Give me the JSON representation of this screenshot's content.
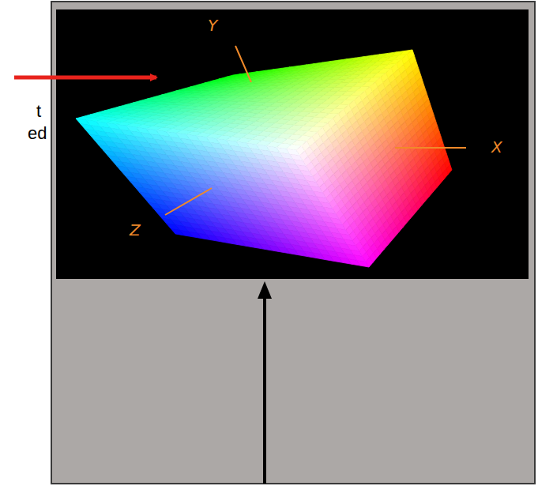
{
  "diagram": {
    "labels": [
      "t",
      "ed",
      "Y",
      "X",
      "Z"
    ]
  }
}
